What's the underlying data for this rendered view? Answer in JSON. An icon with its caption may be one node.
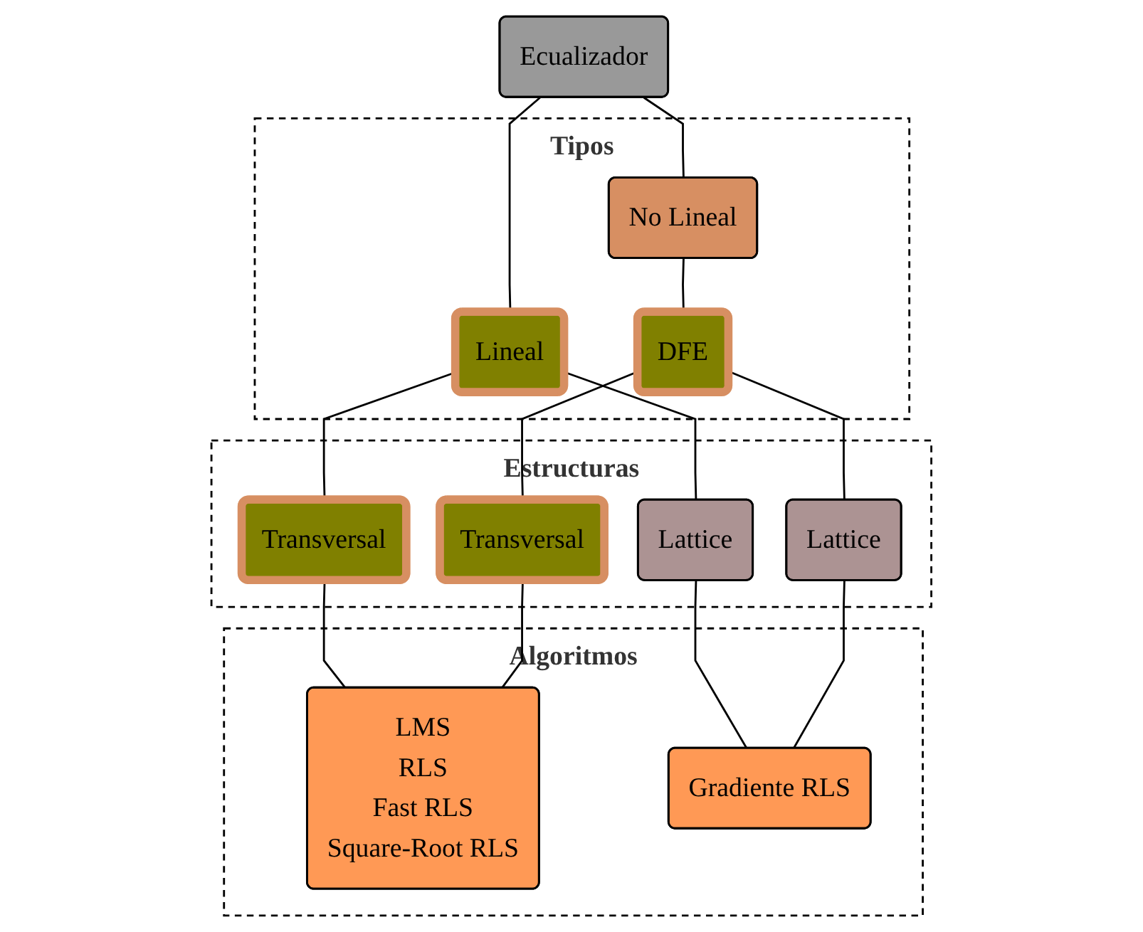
{
  "diagram": {
    "nodes": [
      {
        "text": [
          "Ecualizador"
        ]
      },
      {
        "text": [
          "Tipos"
        ]
      },
      {
        "text": [
          "Lineal"
        ],
        "in": 1
      },
      {
        "text": [
          "No Lineal"
        ],
        "in": 1
      },
      {
        "text": [
          "DFE"
        ],
        "in": 1
      },
      {
        "text": [
          "Estructuras"
        ]
      },
      {
        "text": [
          "Transversal"
        ],
        "in": 5
      },
      {
        "text": [
          "Lattice"
        ],
        "in": 5
      },
      {
        "text": [
          "Transversal"
        ],
        "in": 5
      },
      {
        "text": [
          "Lattice"
        ],
        "in": 5
      },
      {
        "text": [
          "Algoritmos"
        ]
      },
      {
        "text": [
          "LMS",
          "RLS",
          "Fast RLS",
          "Square-Root RLS"
        ],
        "in": 10
      },
      {
        "text": [
          "Gradiente RLS"
        ],
        "in": 10
      }
    ],
    "edges": [
      {
        "from": 0,
        "to": 2,
        "arrow": "none"
      },
      {
        "from": 0,
        "to": 3,
        "arrow": "none"
      },
      {
        "from": 3,
        "to": 4,
        "arrow": "none"
      },
      {
        "from": 2,
        "to": 6,
        "arrow": "none"
      },
      {
        "from": 2,
        "to": 7,
        "arrow": "none"
      },
      {
        "from": 4,
        "to": 8,
        "arrow": "none"
      },
      {
        "from": 4,
        "to": 9,
        "arrow": "none"
      },
      {
        "from": 6,
        "to": 11,
        "arrow": "none"
      },
      {
        "from": 8,
        "to": 11,
        "arrow": "none"
      },
      {
        "from": 7,
        "to": 12,
        "arrow": "none"
      },
      {
        "from": 9,
        "to": 12,
        "arrow": "none"
      }
    ]
  }
}
